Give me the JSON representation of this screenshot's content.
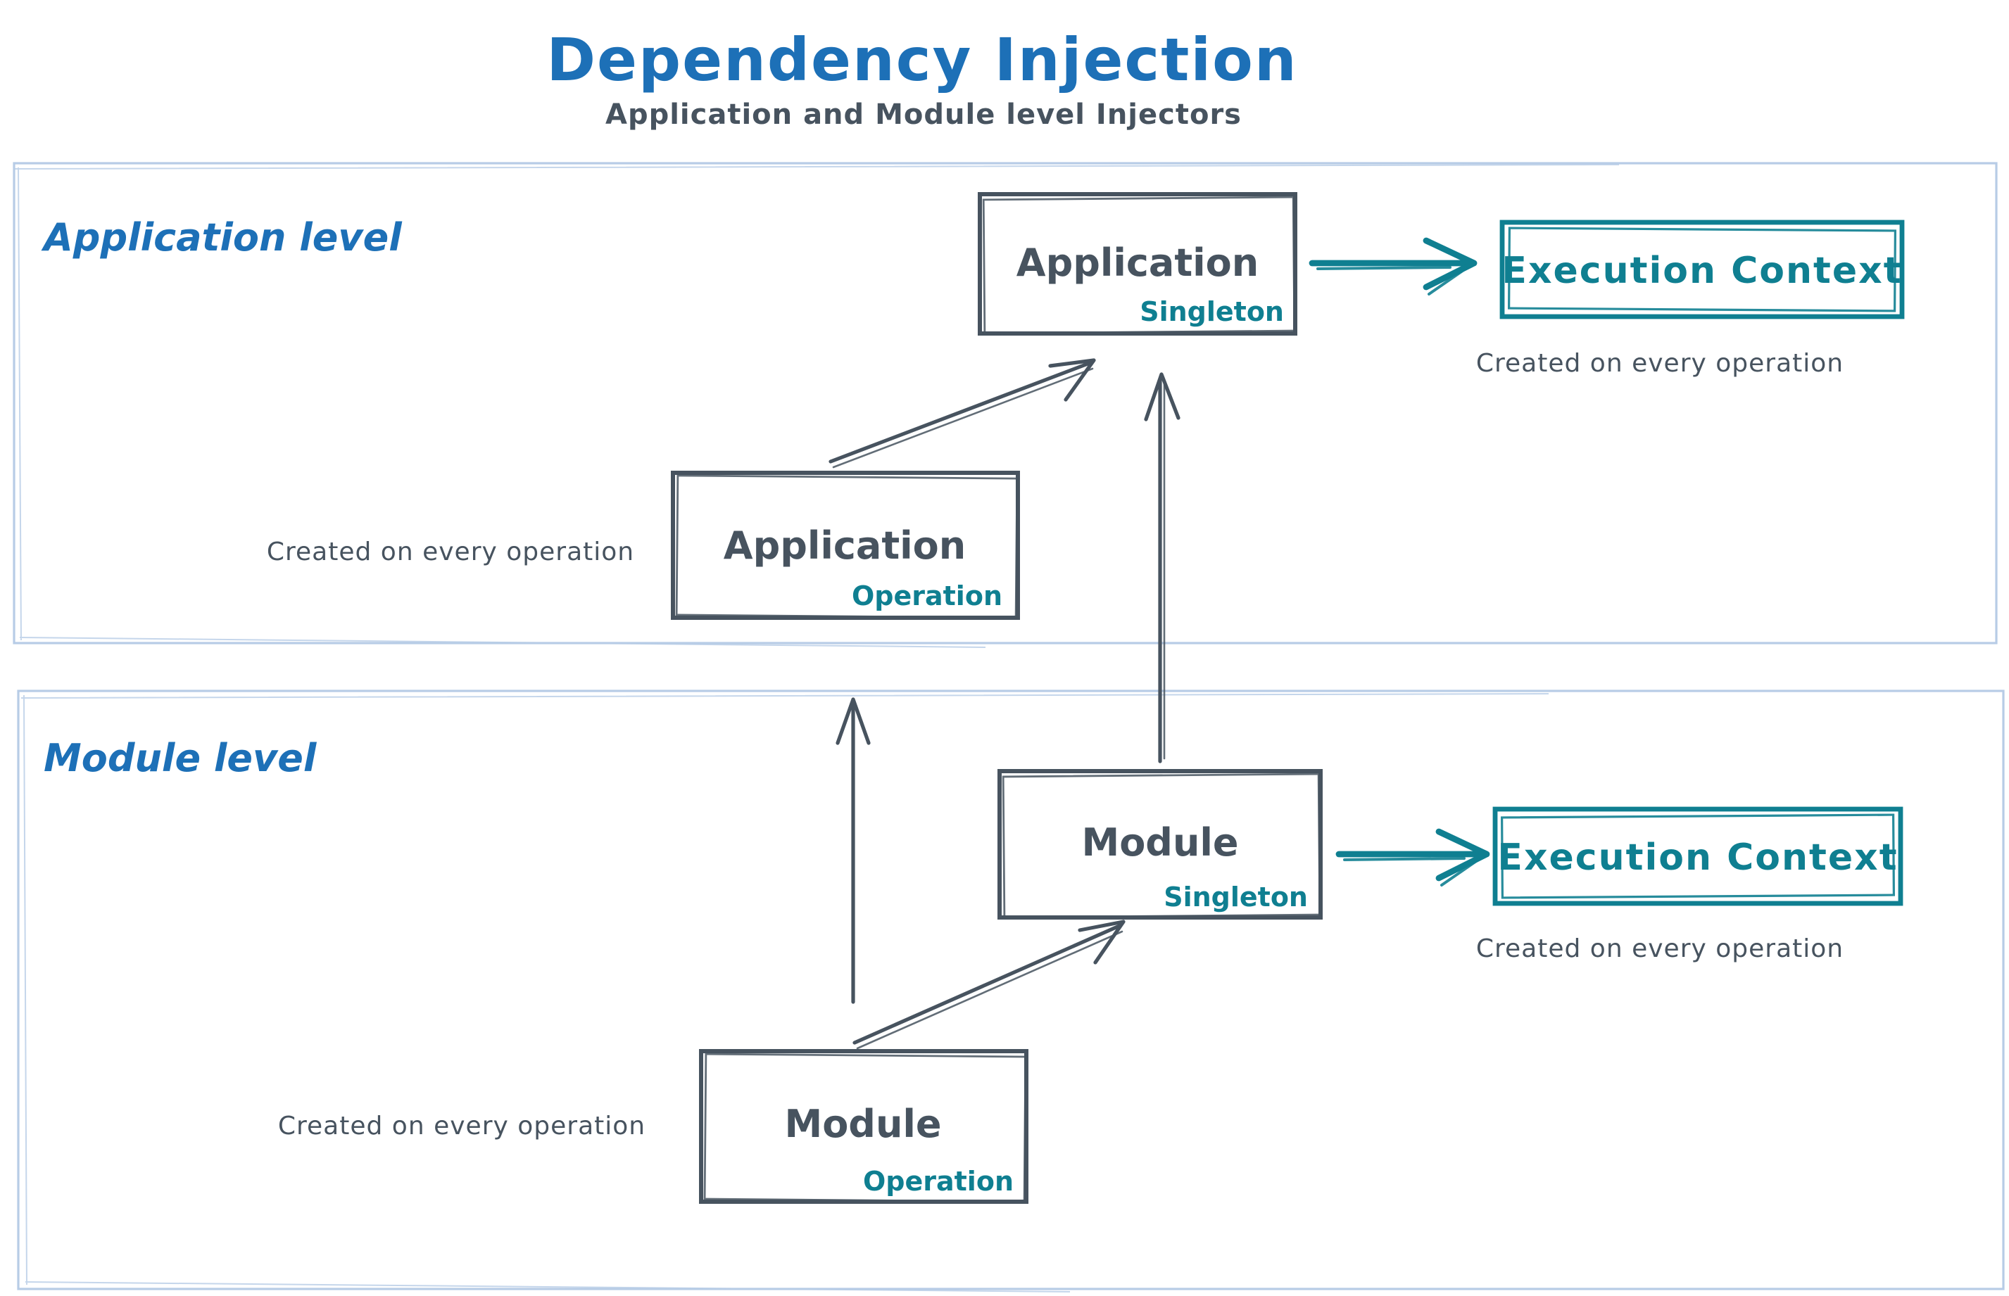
{
  "title": "Dependency Injection",
  "subtitle": "Application and Module level Injectors",
  "colors": {
    "title_blue": "#1d70b7",
    "ink_gray": "#47535f",
    "teal": "#0f7f91",
    "container_blue": "#b7cce6",
    "bg": "#ffffff"
  },
  "application_level": {
    "label": "Application level",
    "singleton_box": {
      "title": "Application",
      "tag": "Singleton"
    },
    "operation_box": {
      "title": "Application",
      "tag": "Operation"
    },
    "operation_caption": "Created on every operation",
    "execution_context": {
      "label": "Execution Context",
      "caption": "Created on every operation"
    }
  },
  "module_level": {
    "label": "Module level",
    "singleton_box": {
      "title": "Module",
      "tag": "Singleton"
    },
    "operation_box": {
      "title": "Module",
      "tag": "Operation"
    },
    "operation_caption": "Created on every operation",
    "execution_context": {
      "label": "Execution Context",
      "caption": "Created on every operation"
    }
  },
  "connections": [
    {
      "from": "application-operation-box",
      "to": "application-singleton-box",
      "color": "ink_gray"
    },
    {
      "from": "module-singleton-box",
      "to": "application-singleton-box",
      "color": "ink_gray"
    },
    {
      "from": "module-operation-box",
      "to": "application-operation-box",
      "color": "ink_gray"
    },
    {
      "from": "module-operation-box",
      "to": "module-singleton-box",
      "color": "ink_gray"
    },
    {
      "from": "application-singleton-box",
      "to": "application-execution-context-box",
      "color": "teal"
    },
    {
      "from": "module-singleton-box",
      "to": "module-execution-context-box",
      "color": "teal"
    }
  ]
}
